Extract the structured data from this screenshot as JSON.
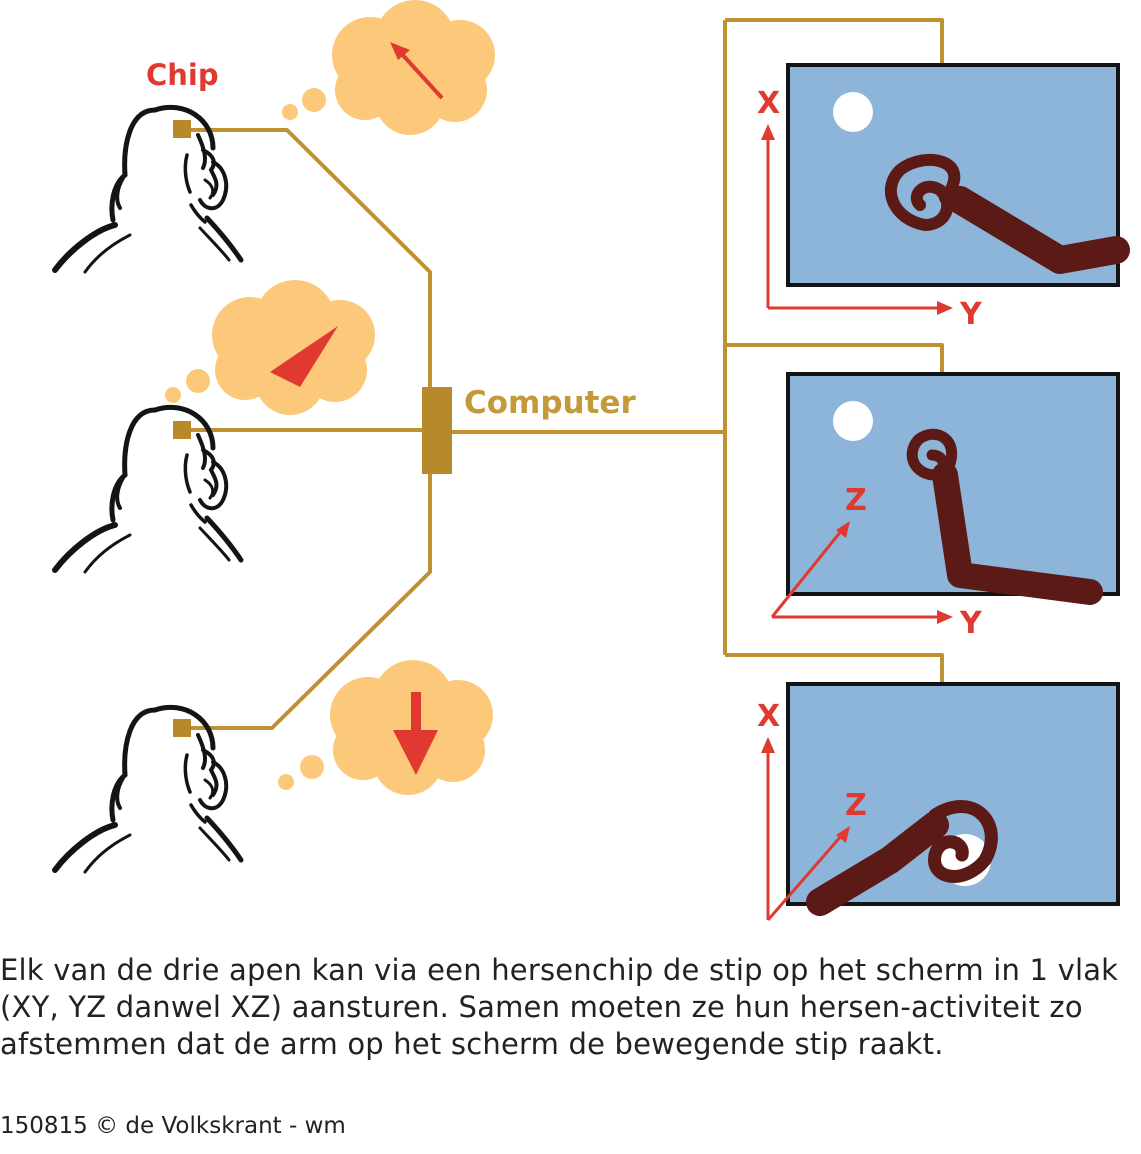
{
  "labels": {
    "chip": "Chip",
    "computer": "Computer"
  },
  "axes": {
    "screen1": {
      "vertical": "X",
      "horizontal": "Y"
    },
    "screen2": {
      "diagonal": "Z",
      "horizontal": "Y"
    },
    "screen3": {
      "vertical": "X",
      "diagonal": "Z"
    }
  },
  "caption": "Elk van de drie apen kan via een hersenchip de stip op het scherm in 1 vlak (XY, YZ danwel XZ) aansturen. Samen moeten ze hun hersen-activiteit zo afstemmen dat de arm op het scherm de bewegende stip raakt.",
  "credit": "150815 © de Volkskrant - wm",
  "colors": {
    "wire": "#bf9130",
    "chip": "#b8892a",
    "label_gold": "#c39a3a",
    "accent_red": "#e03a30",
    "thought": "#fcc97a",
    "screen": "#8db5d9",
    "arm": "#5c1a17",
    "outline": "#141414"
  }
}
